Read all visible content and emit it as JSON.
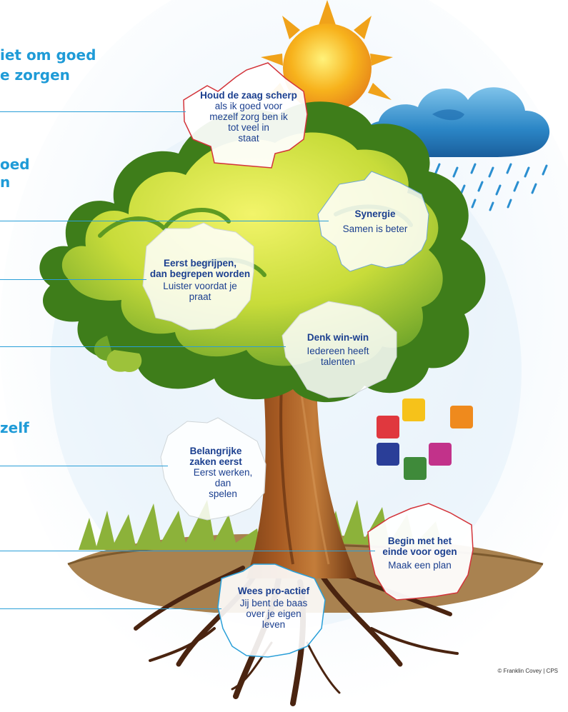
{
  "left_texts": [
    "iet om goed",
    "e zorgen",
    "oed",
    "n",
    "zelf"
  ],
  "cards": [
    {
      "title": "Houd de zaag scherp",
      "lines": [
        "als ik goed voor",
        "mezelf zorg ben ik",
        "tot veel in",
        "staat"
      ]
    },
    {
      "title": "Synergie",
      "lines": [
        "Samen is beter"
      ]
    },
    {
      "title_lines": [
        "Eerst begrijpen,",
        "dan begrepen worden"
      ],
      "lines": [
        "Luister voordat je",
        "praat"
      ]
    },
    {
      "title": "Denk win-win",
      "lines": [
        "Iedereen heeft",
        "talenten"
      ]
    },
    {
      "title_lines": [
        "Belangrijke",
        "zaken eerst"
      ],
      "lines": [
        "Eerst werken,",
        "dan",
        "spelen"
      ]
    },
    {
      "title_lines": [
        "Begin met het",
        "einde voor ogen"
      ],
      "lines": [
        "Maak een plan"
      ]
    },
    {
      "title": "Wees pro-actief",
      "lines": [
        "Jij bent de baas",
        "over je eigen",
        "leven"
      ]
    }
  ],
  "copyright": "© Franklin Covey | CPS",
  "colors": {
    "accent_blue": "#1f9bd7",
    "card_text": "#1b3f8f",
    "leaf_light": "#dfe84a",
    "leaf_dark": "#3e7d1a",
    "trunk": "#8a4a1c",
    "sun": "#f7b21c",
    "cloud": "#1e7fc0",
    "rain": "#2b8fd0",
    "ground": "#a07a44"
  },
  "puzzle_colors": [
    "#f6c21a",
    "#ef8a1d",
    "#c2328a",
    "#3f8a3a",
    "#2a3e98",
    "#e0383e"
  ]
}
